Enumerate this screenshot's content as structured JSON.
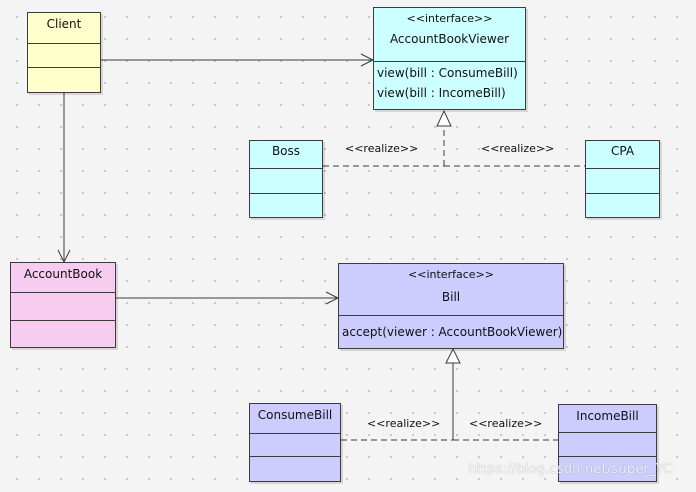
{
  "diagram": {
    "classes": {
      "client": {
        "name": "Client"
      },
      "viewer": {
        "stereotype": "<<interface>>",
        "name": "AccountBookViewer",
        "operations": [
          "view(bill : ConsumeBill)",
          "view(bill : IncomeBill)"
        ]
      },
      "boss": {
        "name": "Boss"
      },
      "cpa": {
        "name": "CPA"
      },
      "accountbook": {
        "name": "AccountBook"
      },
      "bill": {
        "stereotype": "<<interface>>",
        "name": "Bill",
        "operations": [
          "accept(viewer : AccountBookViewer)"
        ]
      },
      "consumebill": {
        "name": "ConsumeBill"
      },
      "incomebill": {
        "name": "IncomeBill"
      }
    },
    "relation_labels": {
      "boss_realize": "<<realize>>",
      "cpa_realize": "<<realize>>",
      "consumebill_realize": "<<realize>>",
      "incomebill_realize": "<<realize>>"
    },
    "watermark": "https://blog.csdn.net/super_YC"
  },
  "colors": {
    "client_fill": "#ffffcc",
    "interface_viewer_fill": "#ccffff",
    "accountbook_fill": "#f8ccf0",
    "bill_fill": "#ccccff",
    "line_color": "#3c3c3c"
  }
}
